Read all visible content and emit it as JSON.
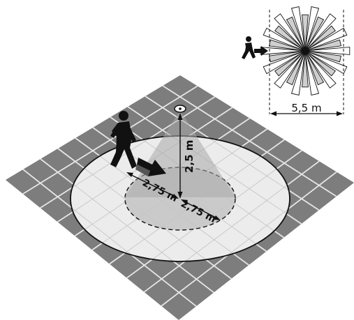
{
  "labels": {
    "height": "2,5 m",
    "radius_left": "2,75 m",
    "radius_right": "2,75 m",
    "diameter": "5,5 m"
  },
  "colors": {
    "floor_tile": "#7d7d7d",
    "floor_grid": "#e6e6e6",
    "outer_zone": "#ececec",
    "inner_zone": "#c8c8c8",
    "cone": "#bdbdbd",
    "arrow": "#111111",
    "inset_ray": "#cfcfcf"
  },
  "icons": [
    "person-walking-icon",
    "motion-arrow-icon",
    "ceiling-sensor-icon",
    "small-person-icon",
    "small-arrow-icon"
  ]
}
